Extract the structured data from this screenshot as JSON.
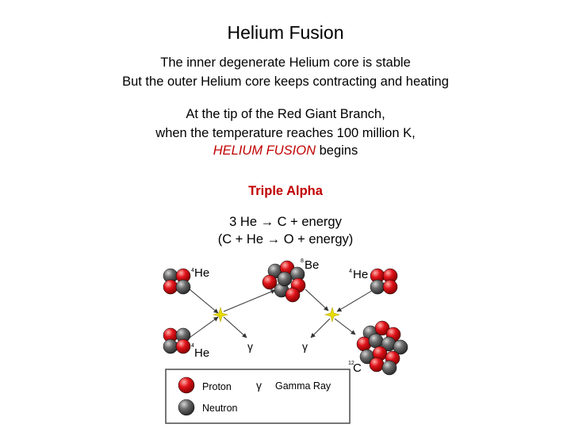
{
  "title": "Helium Fusion",
  "lines": {
    "l1": "The inner degenerate Helium core is stable",
    "l2": "But the outer Helium core keeps contracting and heating",
    "l3": "At the tip of the Red Giant Branch,",
    "l4": "when the temperature reaches 100 million K,",
    "l5_highlight": "HELIUM FUSION",
    "l5_rest": " begins"
  },
  "triple_alpha": {
    "heading": "Triple Alpha",
    "eq1": "3 He → C + energy",
    "eq2": "(C + He → O + energy)"
  },
  "diagram": {
    "labels": {
      "he_top_mass": "4",
      "he_top": "He",
      "he_bottom_mass": "4",
      "he_bottom": "He",
      "be_mass": "8",
      "be": "Be",
      "he_right_mass": "4",
      "he_right": "He",
      "c_mass": "12",
      "c": "C",
      "gamma_left": "γ",
      "gamma_right": "γ"
    },
    "legend": {
      "proton": "Proton",
      "neutron": "Neutron",
      "gamma_symbol": "γ",
      "gamma_ray": "Gamma Ray"
    },
    "colors": {
      "proton": "#e0141c",
      "neutron": "#6b6b6b",
      "flash": "#e6dc00"
    }
  }
}
